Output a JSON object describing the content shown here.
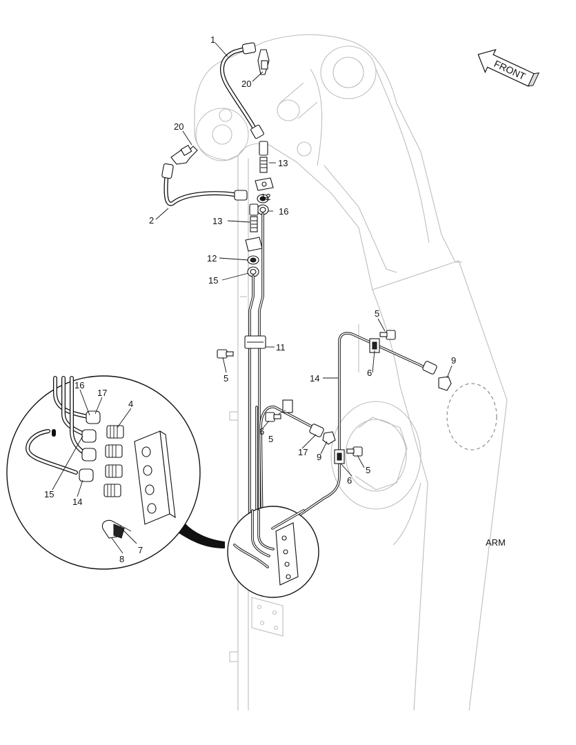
{
  "labels": {
    "p1": "1",
    "p2": "2",
    "p4": "4",
    "p5a": "5",
    "p5b": "5",
    "p5c": "5",
    "p5d": "5",
    "p6a": "6",
    "p6b": "6",
    "p6c": "6",
    "p7": "7",
    "p8": "8",
    "p9a": "9",
    "p9b": "9",
    "p11": "11",
    "p12a": "12",
    "p12b": "12",
    "p13a": "13",
    "p13b": "13",
    "p14a": "14",
    "p14b": "14",
    "p15a": "15",
    "p15b": "15",
    "p16a": "16",
    "p16b": "16",
    "p17a": "17",
    "p17b": "17",
    "p20a": "20",
    "p20b": "20"
  },
  "front_label": "FRONT",
  "arm_label": "ARM"
}
